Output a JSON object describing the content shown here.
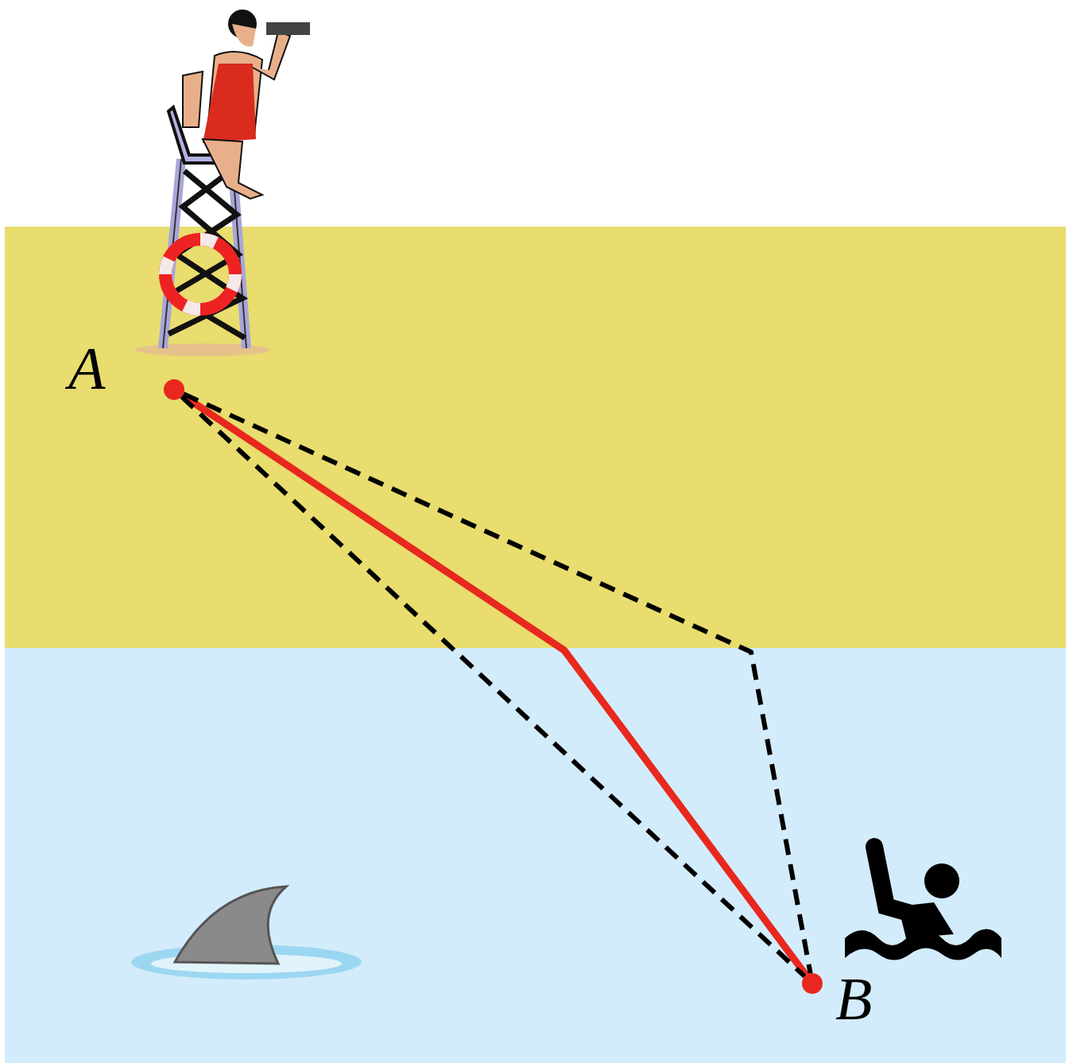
{
  "diagram": {
    "nodes": [
      {
        "text": [
          "A"
        ]
      },
      {
        "text": [
          "B"
        ]
      }
    ],
    "edges": [
      {
        "from": 0,
        "to": 1,
        "arrow": "none"
      },
      {
        "from": 0,
        "to": 1,
        "arrow": "none"
      },
      {
        "from": 0,
        "to": 1,
        "arrow": "none"
      }
    ]
  }
}
